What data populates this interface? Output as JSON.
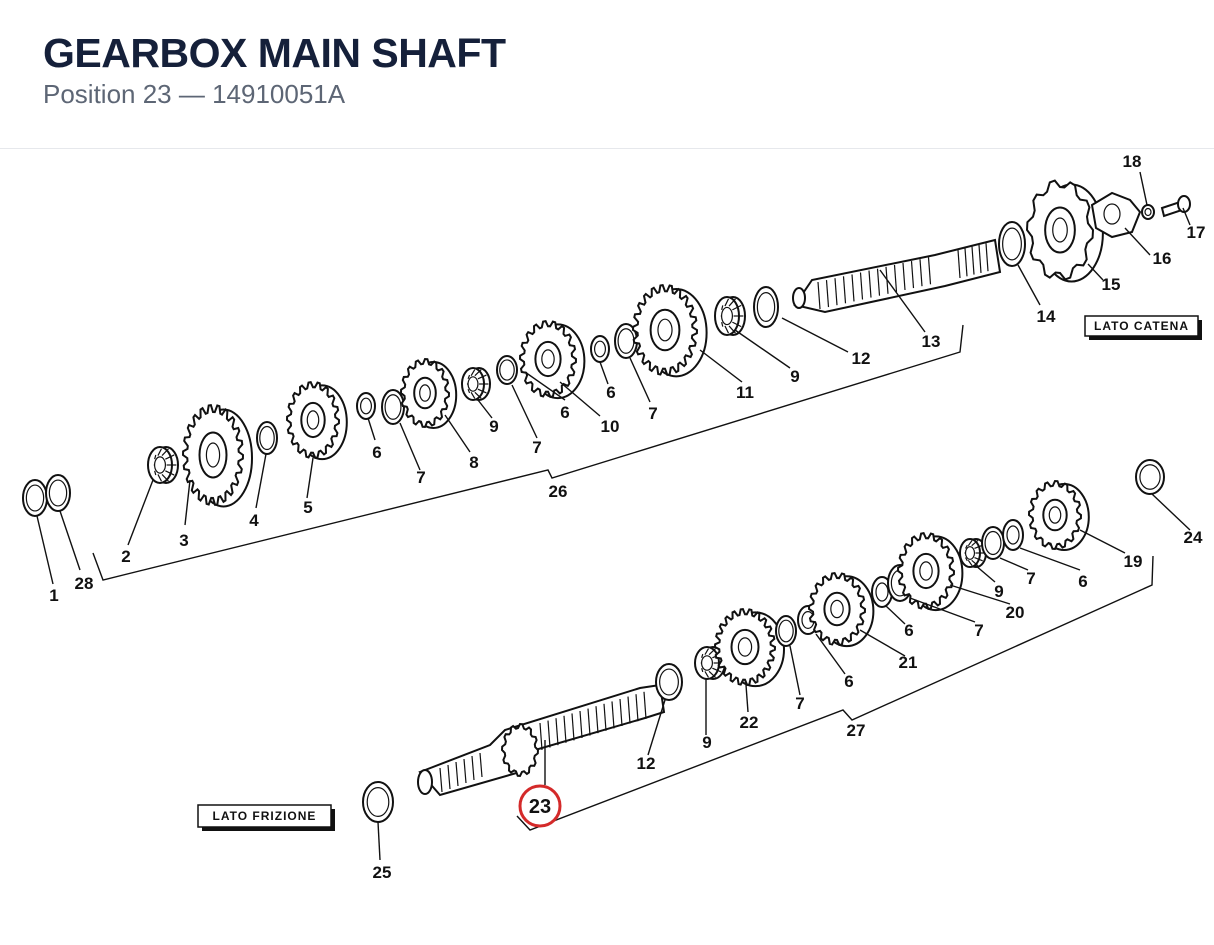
{
  "header": {
    "title": "GEARBOX MAIN SHAFT",
    "subtitle": "Position 23 — 14910051A"
  },
  "diagram": {
    "highlight_color": "#d42a2a",
    "highlighted_label": "23",
    "tags": {
      "chain_side": "LATO CATENA",
      "clutch_side": "LATO FRIZIONE"
    },
    "labels": [
      "18",
      "17",
      "16",
      "15",
      "14",
      "13",
      "12",
      "11",
      "9",
      "7",
      "6",
      "10",
      "6",
      "7",
      "9",
      "8",
      "7",
      "6",
      "5",
      "4",
      "3",
      "2",
      "1",
      "28",
      "26",
      "24",
      "19",
      "6",
      "7",
      "9",
      "20",
      "7",
      "6",
      "21",
      "6",
      "7",
      "22",
      "9",
      "12",
      "27",
      "23",
      "25"
    ]
  }
}
